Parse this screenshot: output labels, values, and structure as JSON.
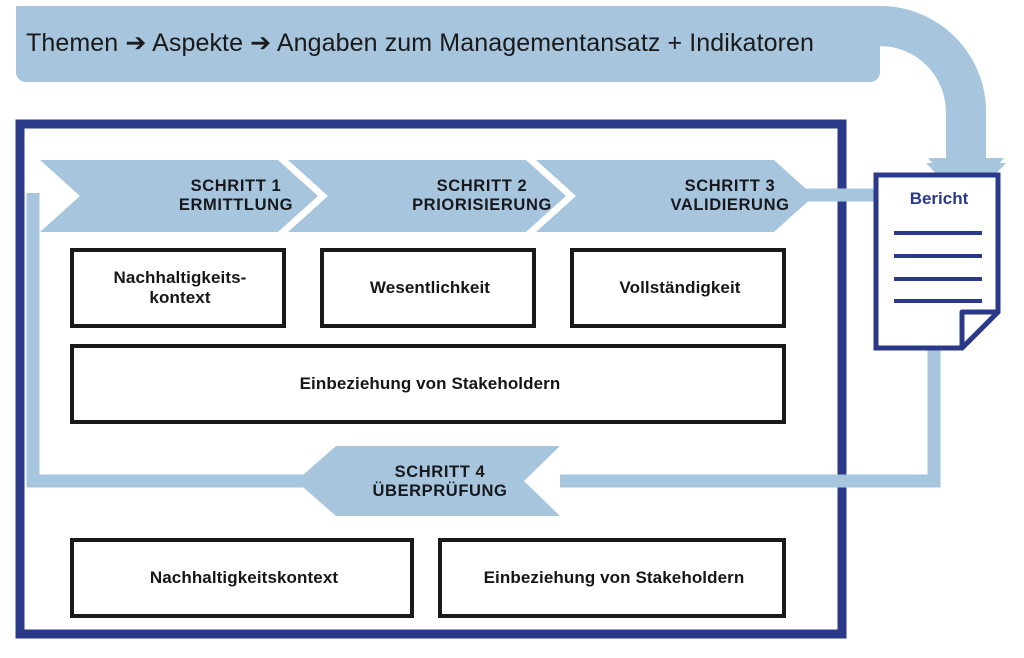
{
  "colors": {
    "light_blue": "#a7c5dd",
    "dark_blue": "#2b3a88",
    "doc_line_blue": "#2b3a88",
    "box_border": "#1a1a1a",
    "background": "#ffffff",
    "text": "#161616"
  },
  "header": {
    "text": "Themen ➔ Aspekte ➔ Angaben zum Managementansatz + Indikatoren"
  },
  "steps": [
    {
      "id": "step-1",
      "number": "SCHRITT 1",
      "name": "ERMITTLUNG",
      "direction": "right"
    },
    {
      "id": "step-2",
      "number": "SCHRITT 2",
      "name": "PRIORISIERUNG",
      "direction": "right"
    },
    {
      "id": "step-3",
      "number": "SCHRITT 3",
      "name": "VALIDIERUNG",
      "direction": "right"
    },
    {
      "id": "step-4",
      "number": "SCHRITT 4",
      "name": "ÜBERPRÜFUNG",
      "direction": "left"
    }
  ],
  "boxes": {
    "row1": [
      {
        "id": "nachhaltigkeitskontext",
        "label": "Nachhaltigkeits-\nkontext"
      },
      {
        "id": "wesentlichkeit",
        "label": "Wesentlichkeit"
      },
      {
        "id": "vollstaendigkeit",
        "label": "Vollständigkeit"
      }
    ],
    "row2": [
      {
        "id": "einbeziehung-stakeholder",
        "label": "Einbeziehung von Stakeholdern"
      }
    ],
    "row3": [
      {
        "id": "nachhaltigkeitskontext-2",
        "label": "Nachhaltigkeitskontext"
      },
      {
        "id": "einbeziehung-stakeholder-2",
        "label": "Einbeziehung von Stakeholdern"
      }
    ]
  },
  "boxes_text": {
    "kontext_line1": "Nachhaltigkeits-",
    "kontext_line2": "kontext",
    "wesentlichkeit": "Wesentlichkeit",
    "vollstaendigkeit": "Vollständigkeit",
    "stakeholder": "Einbeziehung von Stakeholdern",
    "kontext2": "Nachhaltigkeitskontext",
    "stakeholder2": "Einbeziehung von Stakeholdern"
  },
  "report": {
    "title": "Bericht",
    "line_count": 4,
    "icon": "document-with-folded-corner"
  },
  "connectors": {
    "header_to_report": "curved-arrow-down",
    "step3_to_report": "straight-line-right",
    "report_to_step4": "feedback-loop-down-left",
    "step4_to_step1": "feedback-loop-left-up"
  }
}
